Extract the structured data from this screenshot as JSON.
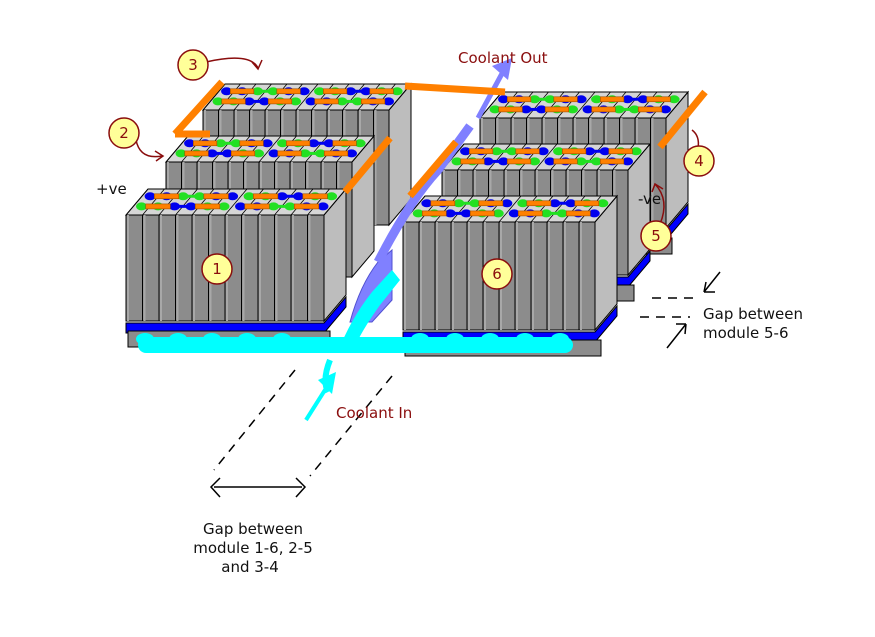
{
  "labels": {
    "coolant_out": "Coolant Out",
    "coolant_in": "Coolant In",
    "positive": "+ve",
    "negative": "-ve",
    "gap_56": [
      "Gap between",
      "module 5-6"
    ],
    "gap_16": [
      "Gap between",
      "module 1-6, 2-5",
      "and 3-4"
    ]
  },
  "modules": [
    {
      "id": "1",
      "label": "1"
    },
    {
      "id": "2",
      "label": "2"
    },
    {
      "id": "3",
      "label": "3"
    },
    {
      "id": "4",
      "label": "4"
    },
    {
      "id": "5",
      "label": "5"
    },
    {
      "id": "6",
      "label": "6"
    }
  ],
  "colors": {
    "cell_front": "#8c8c8c",
    "cell_side": "#bdbdbd",
    "cell_top": "#d6d6d6",
    "busbar": "#ff8000",
    "terminal_blue": "#0000ee",
    "terminal_green": "#22e022",
    "coolant_in": "#00ffff",
    "coolant_out": "#8080ff",
    "tray": "#0000ff",
    "marker_fill": "#ffff99",
    "marker_stroke": "#8a0d0d"
  }
}
